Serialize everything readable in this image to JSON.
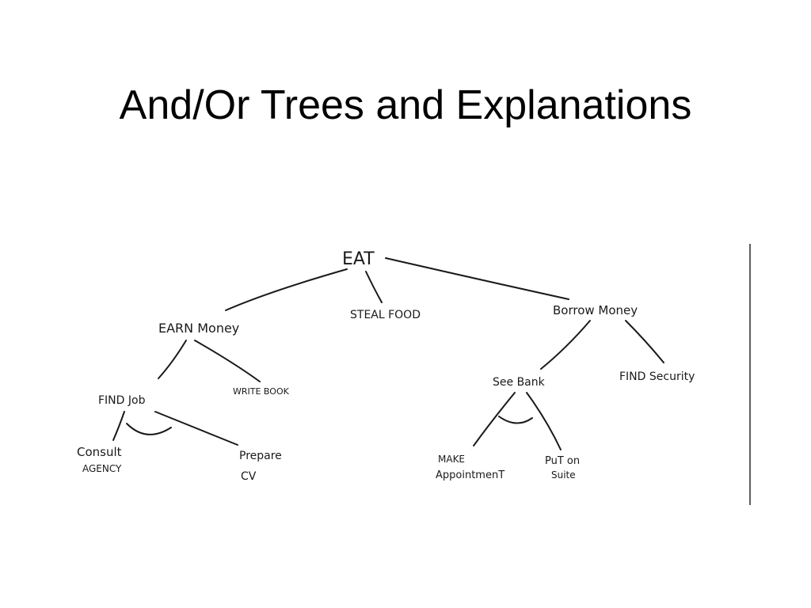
{
  "slide": {
    "title": "And/Or Trees and Explanations"
  },
  "tree": {
    "nodes": {
      "root": "EAT",
      "earn_money": "EARN Money",
      "steal_food": "STEAL FOOD",
      "borrow_money": "Borrow Money",
      "find_job": "FIND Job",
      "write_book": "WRITE BOOK",
      "see_bank": "See Bank",
      "find_security": "FIND Security",
      "consult_line1": "Consult",
      "consult_line2": "AGENCY",
      "prepare_line1": "Prepare",
      "prepare_line2": "CV",
      "make_line1": "MAKE",
      "make_line2": "AppointmenT",
      "put_line1": "PuT on",
      "put_line2": "Suite"
    }
  }
}
